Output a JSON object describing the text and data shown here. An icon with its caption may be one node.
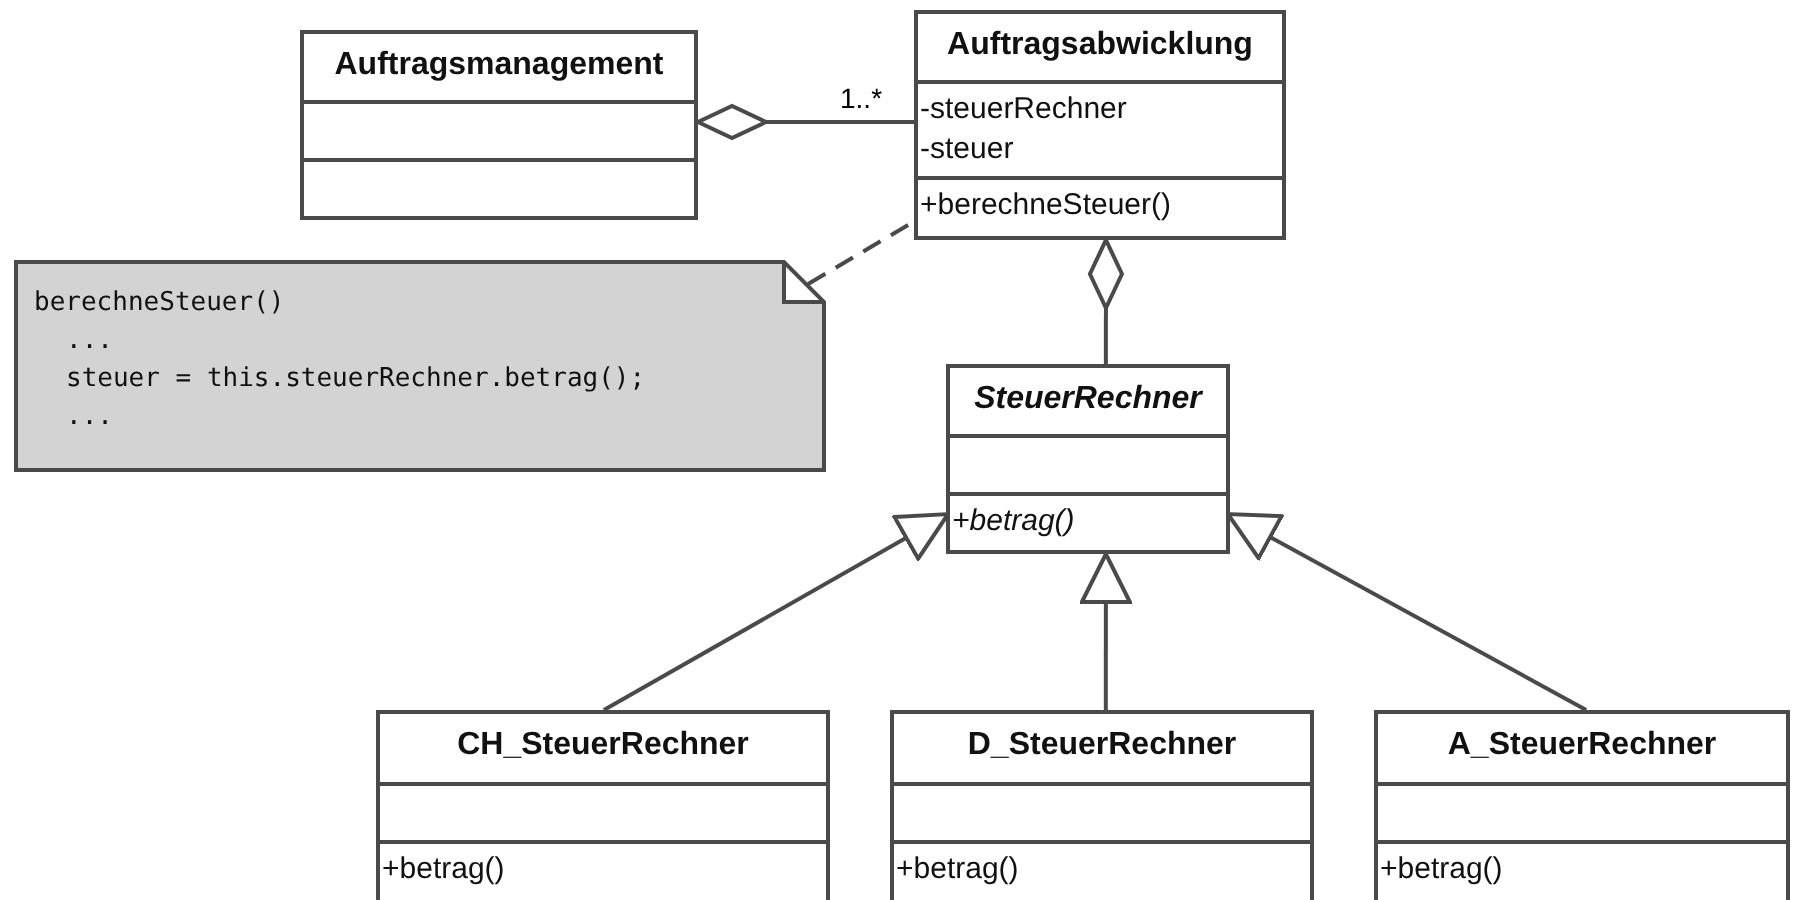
{
  "diagram": {
    "nodes": [
      {
        "text": [
          "Auftragsmanagement"
        ]
      },
      {
        "text": [
          "Auftragsabwicklung",
          "-steuerRechner",
          "-steuer",
          "+berechneSteuer()"
        ]
      },
      {
        "text": [
          "berechneSteuer()",
          "...",
          "steuer = this.steuerRechner.betrag();",
          "..."
        ]
      },
      {
        "text": [
          "SteuerRechner",
          "+betrag()"
        ]
      },
      {
        "text": [
          "CH_SteuerRechner",
          "+betrag()"
        ]
      },
      {
        "text": [
          "D_SteuerRechner",
          "+betrag()"
        ]
      },
      {
        "text": [
          "A_SteuerRechner",
          "+betrag()"
        ]
      }
    ],
    "edges": [
      {
        "from": 0,
        "to": 1,
        "arrow": "other",
        "label": "1..*"
      },
      {
        "from": 2,
        "to": 1,
        "arrow": "none",
        "style": "dashed"
      },
      {
        "from": 1,
        "to": 3,
        "arrow": "other"
      },
      {
        "from": 4,
        "to": 3,
        "arrow": "to"
      },
      {
        "from": 5,
        "to": 3,
        "arrow": "to"
      },
      {
        "from": 6,
        "to": 3,
        "arrow": "to"
      }
    ]
  }
}
